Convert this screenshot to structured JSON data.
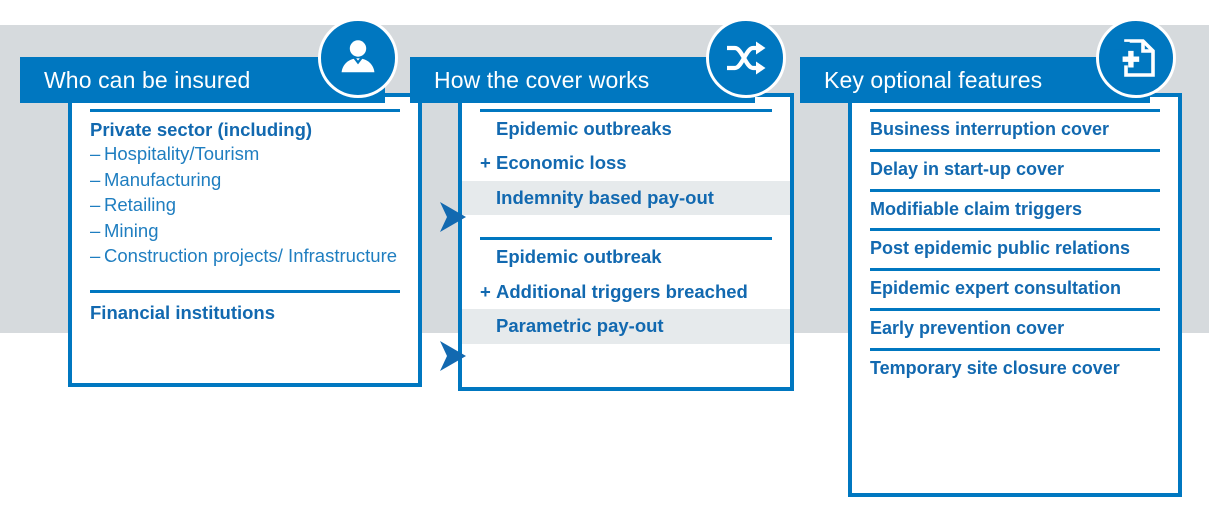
{
  "theme": {
    "brand_blue": "#0077c0",
    "text_blue": "#1269b0",
    "light_blue": "#1f7ec0",
    "band_grey": "#d6dadd",
    "highlight_grey": "#e6eaec",
    "white": "#ffffff"
  },
  "columns": [
    {
      "id": "who-can-be-insured",
      "title": "Who can be insured",
      "icon": "person-icon",
      "sections": [
        {
          "heading": "Private sector (including)",
          "items": [
            "Hospitality/Tourism",
            "Manufacturing",
            "Retailing",
            "Mining",
            "Construction projects/ Infrastructure"
          ]
        },
        {
          "heading": "Financial institutions",
          "items": []
        }
      ]
    },
    {
      "id": "how-the-cover-works",
      "title": "How the cover works",
      "icon": "shuffle-arrows-icon",
      "groups": [
        {
          "lines": [
            {
              "prefix": "",
              "text": "Epidemic outbreaks",
              "highlight": false,
              "arrow": false
            },
            {
              "prefix": "+",
              "text": "Economic loss",
              "highlight": false,
              "arrow": false
            },
            {
              "prefix": "",
              "text": "Indemnity based pay-out",
              "highlight": true,
              "arrow": true
            }
          ]
        },
        {
          "lines": [
            {
              "prefix": "",
              "text": "Epidemic outbreak",
              "highlight": false,
              "arrow": false
            },
            {
              "prefix": "+",
              "text": "Additional triggers breached",
              "highlight": false,
              "arrow": false
            },
            {
              "prefix": "",
              "text": "Parametric pay-out",
              "highlight": true,
              "arrow": true
            }
          ]
        }
      ]
    },
    {
      "id": "key-optional-features",
      "title": "Key optional features",
      "icon": "document-plus-icon",
      "features": [
        "Business interruption cover",
        "Delay in start-up cover",
        "Modifiable claim triggers",
        "Post epidemic public relations",
        "Epidemic expert consultation",
        "Early prevention cover",
        "Temporary site closure cover"
      ]
    }
  ],
  "symbols": {
    "dash": "–",
    "plus": "+"
  }
}
